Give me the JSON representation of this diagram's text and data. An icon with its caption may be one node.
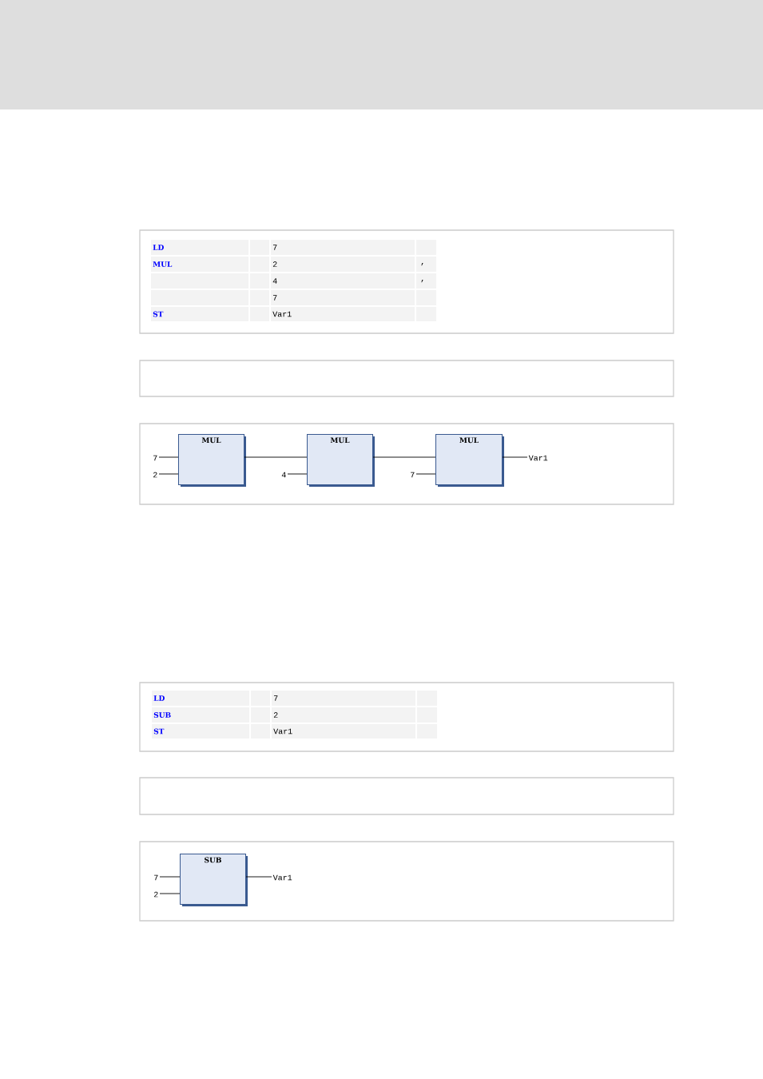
{
  "diagram": {
    "nodes": [
      {
        "text": [
          "MUL"
        ]
      },
      {
        "text": [
          "MUL"
        ]
      },
      {
        "text": [
          "MUL"
        ]
      },
      {
        "text": [
          "7"
        ]
      },
      {
        "text": [
          "2"
        ]
      },
      {
        "text": [
          "4"
        ]
      },
      {
        "text": [
          "7"
        ]
      },
      {
        "text": [
          "Var1"
        ]
      },
      {
        "text": [
          "SUB"
        ]
      },
      {
        "text": [
          "7"
        ]
      },
      {
        "text": [
          "2"
        ]
      },
      {
        "text": [
          "Var1"
        ]
      }
    ],
    "edges": [
      {
        "from": 3,
        "to": 0,
        "arrow": "none"
      },
      {
        "from": 4,
        "to": 0,
        "arrow": "none"
      },
      {
        "from": 0,
        "to": 1,
        "arrow": "none"
      },
      {
        "from": 5,
        "to": 1,
        "arrow": "none"
      },
      {
        "from": 1,
        "to": 2,
        "arrow": "none"
      },
      {
        "from": 6,
        "to": 2,
        "arrow": "none"
      },
      {
        "from": 2,
        "to": 7,
        "arrow": "none"
      },
      {
        "from": 9,
        "to": 8,
        "arrow": "none"
      },
      {
        "from": 10,
        "to": 8,
        "arrow": "none"
      },
      {
        "from": 8,
        "to": 11,
        "arrow": "none"
      }
    ],
    "labels": [
      "LD",
      "7",
      "MUL",
      "2",
      ",",
      "4",
      ",",
      "7",
      "ST",
      "Var1",
      "LD",
      "7",
      "SUB",
      "2",
      "ST",
      "Var1"
    ]
  }
}
